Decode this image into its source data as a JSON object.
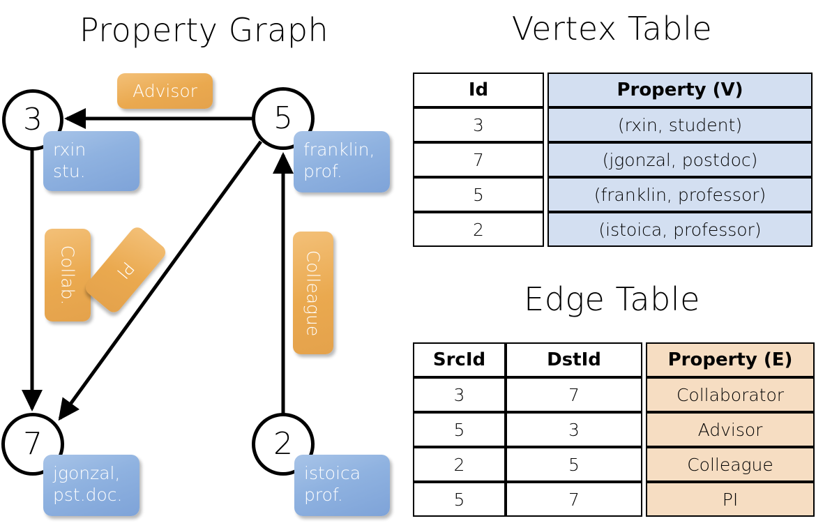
{
  "titles": {
    "property_graph": "Property Graph",
    "vertex_table": "Vertex Table",
    "edge_table": "Edge Table"
  },
  "graph": {
    "nodes": [
      {
        "id": "3",
        "property_text": "rxin\nstu."
      },
      {
        "id": "5",
        "property_text": "franklin,\nprof."
      },
      {
        "id": "7",
        "property_text": "jgonzal,\npst.doc."
      },
      {
        "id": "2",
        "property_text": "istoica\nprof."
      }
    ],
    "edge_labels": {
      "advisor": "Advisor",
      "collab": "Collab.",
      "pi": "PI",
      "colleague": "Colleague"
    },
    "edges": [
      {
        "src": "5",
        "dst": "3",
        "label": "Advisor"
      },
      {
        "src": "3",
        "dst": "7",
        "label": "Collab."
      },
      {
        "src": "5",
        "dst": "7",
        "label": "PI"
      },
      {
        "src": "2",
        "dst": "5",
        "label": "Colleague"
      }
    ]
  },
  "vertex_table": {
    "headers": [
      "Id",
      "Property (V)"
    ],
    "rows": [
      {
        "id": "3",
        "property": "(rxin, student)"
      },
      {
        "id": "7",
        "property": "(jgonzal, postdoc)"
      },
      {
        "id": "5",
        "property": "(franklin, professor)"
      },
      {
        "id": "2",
        "property": "(istoica, professor)"
      }
    ]
  },
  "edge_table": {
    "headers": [
      "SrcId",
      "DstId",
      "Property (E)"
    ],
    "rows": [
      {
        "src": "3",
        "dst": "7",
        "property": "Collaborator"
      },
      {
        "src": "5",
        "dst": "3",
        "property": "Advisor"
      },
      {
        "src": "2",
        "dst": "5",
        "property": "Colleague"
      },
      {
        "src": "5",
        "dst": "7",
        "property": "PI"
      }
    ]
  },
  "colors": {
    "vertex_property_shade": "#d3dff1",
    "edge_property_shade": "#f6ddc2",
    "vertex_callout": "#8fb2e0",
    "edge_callout": "#eaa94f",
    "stroke": "#000000"
  }
}
